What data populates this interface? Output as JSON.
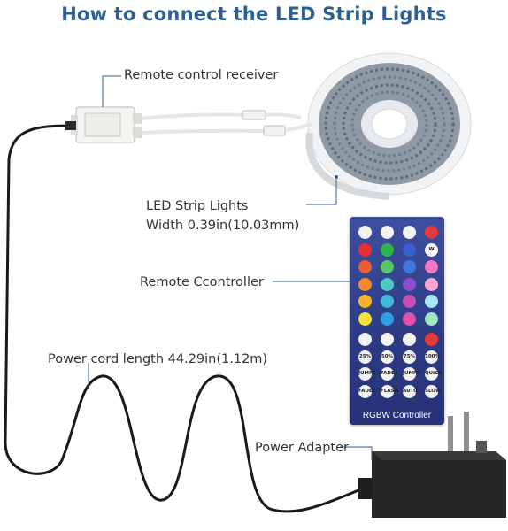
{
  "title": "How to connect the LED Strip Lights",
  "labels": {
    "receiver": "Remote control receiver",
    "strip_line1": "LED Strip Lights",
    "strip_line2": "Width 0.39in(10.03mm)",
    "remote": "Remote Ccontroller",
    "cord": "Power cord length 44.29in(1.12m)",
    "adapter": "Power Adapter"
  },
  "remote": {
    "label": "RGBW  Controller",
    "rows": [
      [
        "",
        "",
        "",
        ""
      ],
      [
        "",
        "",
        "",
        "W"
      ],
      [
        "",
        "",
        "",
        ""
      ],
      [
        "",
        "",
        "",
        ""
      ],
      [
        "",
        "",
        "",
        ""
      ],
      [
        "",
        "",
        "",
        ""
      ],
      [
        "",
        "",
        "",
        ""
      ],
      [
        "25%",
        "50%",
        "75%",
        "100%"
      ],
      [
        "JUMP3",
        "FADE3",
        "JUMP7",
        "QUICK"
      ],
      [
        "FADE7",
        "FLASH",
        "AUTO",
        "SLOW"
      ]
    ],
    "key_colors": [
      [
        "#f2f2f2",
        "#f2f2f2",
        "#f2f2f2",
        "#e33b3b"
      ],
      [
        "#e8312f",
        "#2fb24a",
        "#3a5fd0",
        "#f4f4f4"
      ],
      [
        "#ef5a2e",
        "#58c867",
        "#3f78dc",
        "#f07ac6"
      ],
      [
        "#f08a2b",
        "#4ec9c0",
        "#8b4fc9",
        "#f9a7d8"
      ],
      [
        "#f7b22a",
        "#3fb7d9",
        "#c94fb5",
        "#a9e4f7"
      ],
      [
        "#f7e03a",
        "#2f9fe0",
        "#e04fa8",
        "#9fe8c0"
      ],
      [
        "#f2f2f2",
        "#f2f2f2",
        "#f2f2f2",
        "#e33b3b"
      ],
      [
        "#f2f2f2",
        "#f2f2f2",
        "#f2f2f2",
        "#f2f2f2"
      ],
      [
        "#f2f2f2",
        "#f2f2f2",
        "#f2f2f2",
        "#f2f2f2"
      ],
      [
        "#f2f2f2",
        "#f2f2f2",
        "#f2f2f2",
        "#f2f2f2"
      ]
    ]
  },
  "colors": {
    "title": "#2f5f8f",
    "leader": "#2f5f8f",
    "cable": "#1a1a1a",
    "remote_body": "#2d3b84"
  }
}
